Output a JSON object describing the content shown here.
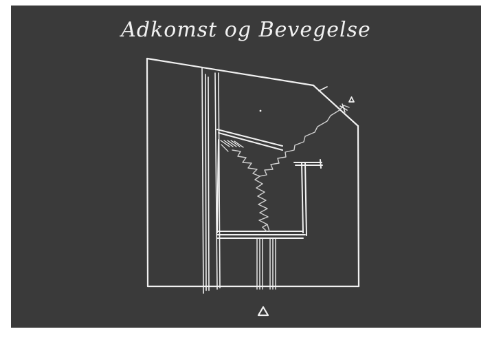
{
  "sketch": {
    "title": "Adkomst og Bevegelse",
    "background_color": "#3a3a3a",
    "line_color": "#f1f1f1",
    "path_color": "#d0d0d0",
    "entrance_markers": [
      "triangle-marker",
      "triangle-marker"
    ]
  }
}
